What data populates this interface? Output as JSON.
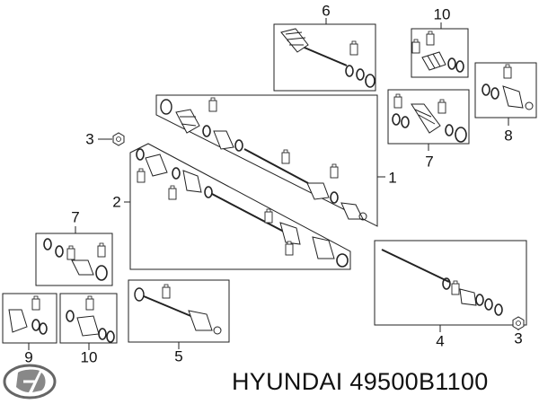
{
  "callouts": {
    "c1": "1",
    "c2": "2",
    "c3a": "3",
    "c3b": "3",
    "c4": "4",
    "c5": "5",
    "c6": "6",
    "c7a": "7",
    "c7b": "7",
    "c8": "8",
    "c9": "9",
    "c10a": "10",
    "c10b": "10"
  },
  "footer": {
    "part_label": "HYUNDAI 49500B1100"
  },
  "icons": {
    "brand": "hyundai-logo-icon"
  },
  "colors": {
    "line": "#222222",
    "background": "#ffffff",
    "text": "#111111"
  }
}
